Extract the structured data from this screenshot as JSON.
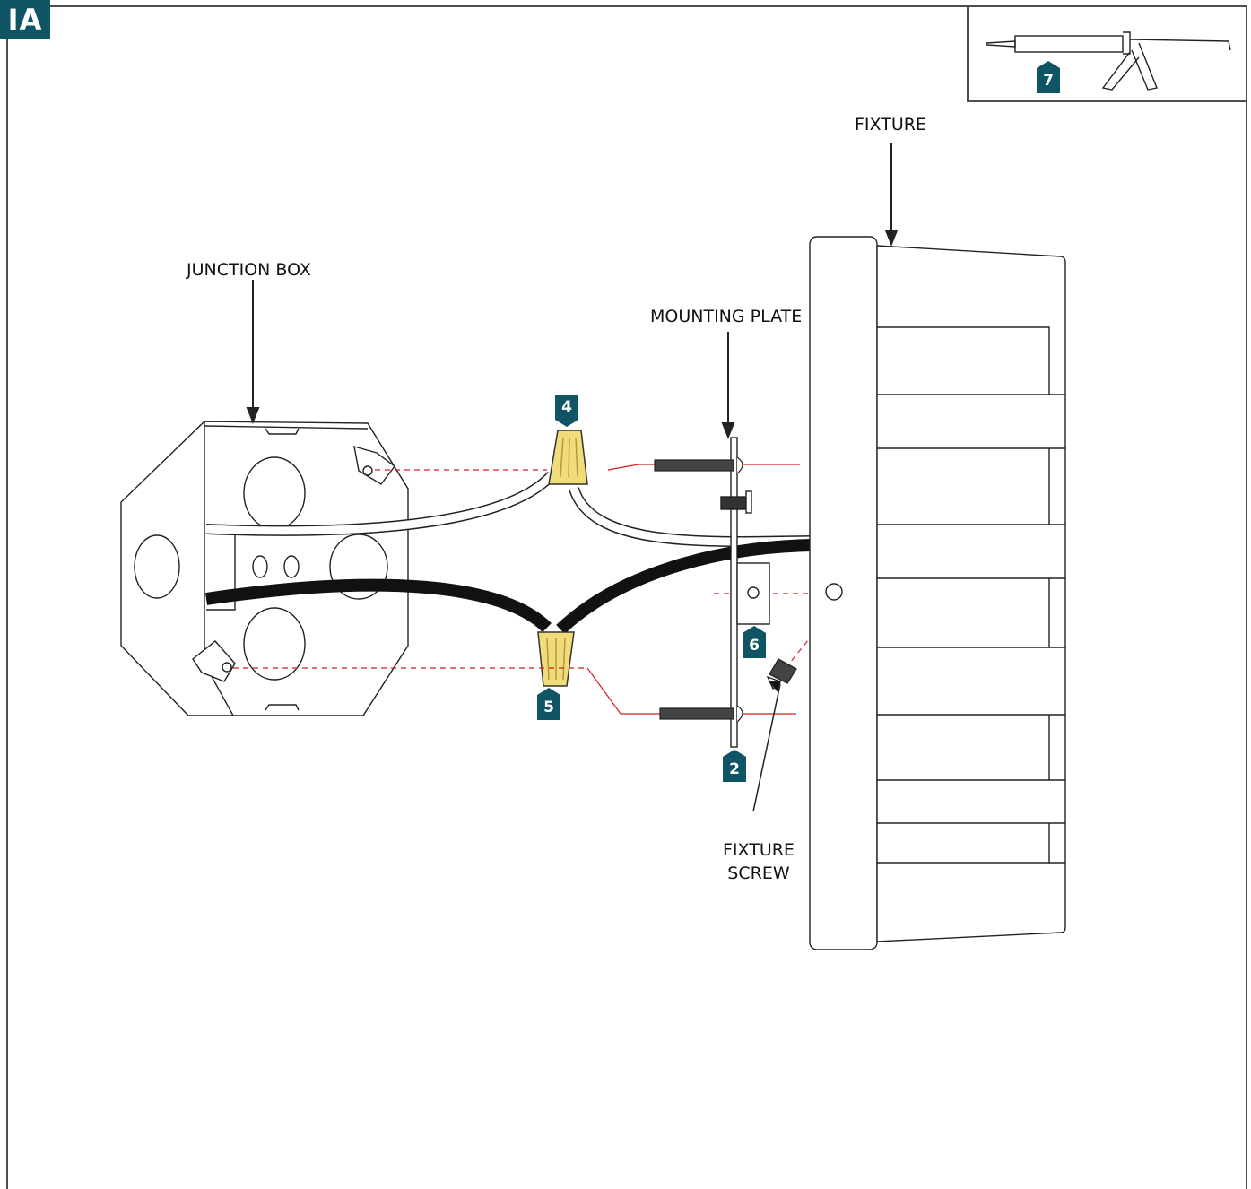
{
  "step": {
    "badge": "IA"
  },
  "labels": {
    "junction_box": "JUNCTION BOX",
    "mounting_plate": "MOUNTING PLATE",
    "fixture": "FIXTURE",
    "fixture_screw_line1": "FIXTURE",
    "fixture_screw_line2": "SCREW"
  },
  "part_tags": {
    "mounting_plate": "2",
    "wire_nut_top": "4",
    "wire_nut_bottom": "5",
    "mounting_block": "6",
    "caulk_gun": "7"
  },
  "colors": {
    "tag": "#0f5566",
    "wire_nut": "#f2dc7a",
    "guide_line": "#d42020",
    "wire_black": "#111111"
  }
}
